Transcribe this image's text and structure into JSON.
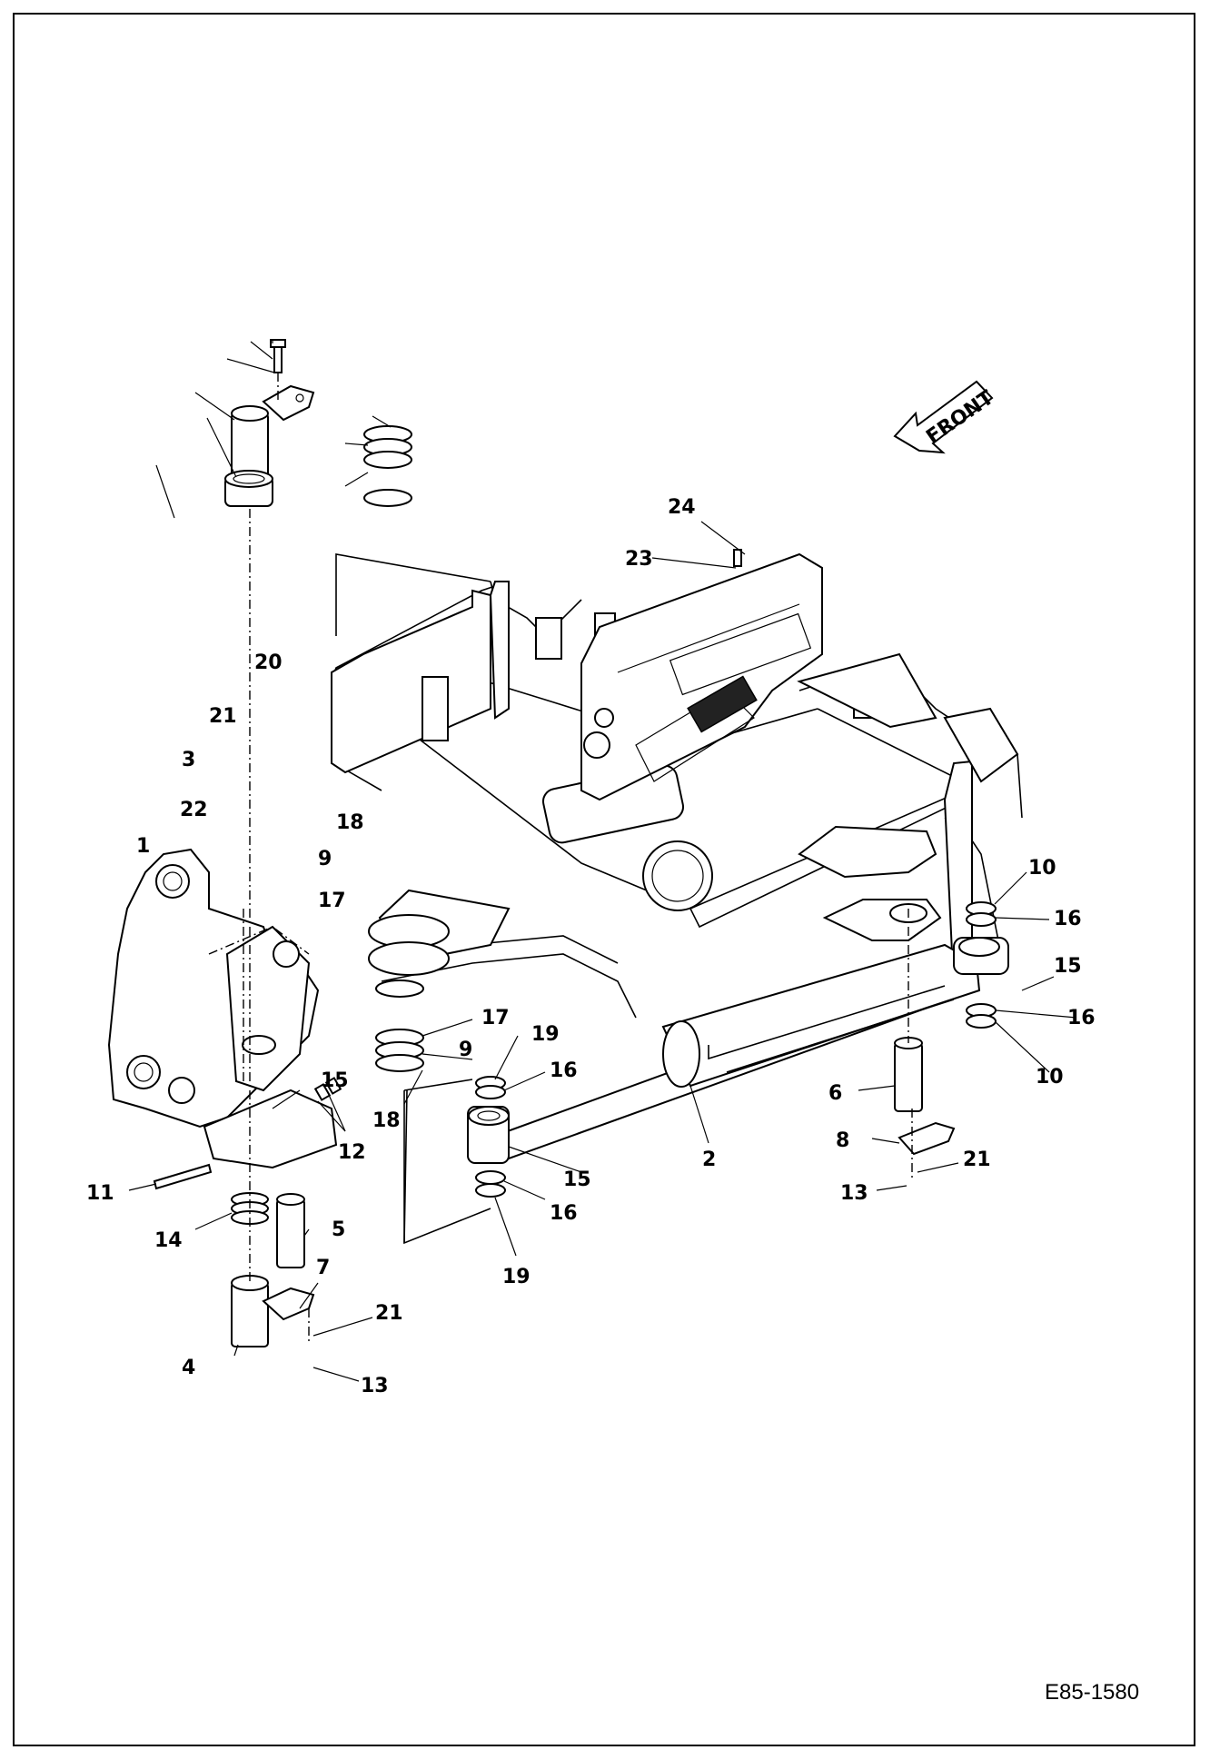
{
  "diagram": {
    "code": "E85-1580",
    "front_label": "FRONT",
    "callouts": [
      {
        "id": "c1",
        "text": "1"
      },
      {
        "id": "c2",
        "text": "2"
      },
      {
        "id": "c3",
        "text": "3"
      },
      {
        "id": "c4",
        "text": "4"
      },
      {
        "id": "c5",
        "text": "5"
      },
      {
        "id": "c6",
        "text": "6"
      },
      {
        "id": "c7",
        "text": "7"
      },
      {
        "id": "c8",
        "text": "8"
      },
      {
        "id": "c9a",
        "text": "9"
      },
      {
        "id": "c9b",
        "text": "9"
      },
      {
        "id": "c10a",
        "text": "10"
      },
      {
        "id": "c10b",
        "text": "10"
      },
      {
        "id": "c11",
        "text": "11"
      },
      {
        "id": "c12",
        "text": "12"
      },
      {
        "id": "c13a",
        "text": "13"
      },
      {
        "id": "c13b",
        "text": "13"
      },
      {
        "id": "c14",
        "text": "14"
      },
      {
        "id": "c15a",
        "text": "15"
      },
      {
        "id": "c15b",
        "text": "15"
      },
      {
        "id": "c15c",
        "text": "15"
      },
      {
        "id": "c16a",
        "text": "16"
      },
      {
        "id": "c16b",
        "text": "16"
      },
      {
        "id": "c16c",
        "text": "16"
      },
      {
        "id": "c16d",
        "text": "16"
      },
      {
        "id": "c17a",
        "text": "17"
      },
      {
        "id": "c17b",
        "text": "17"
      },
      {
        "id": "c18a",
        "text": "18"
      },
      {
        "id": "c18b",
        "text": "18"
      },
      {
        "id": "c19a",
        "text": "19"
      },
      {
        "id": "c19b",
        "text": "19"
      },
      {
        "id": "c20",
        "text": "20"
      },
      {
        "id": "c21a",
        "text": "21"
      },
      {
        "id": "c21b",
        "text": "21"
      },
      {
        "id": "c21c",
        "text": "21"
      },
      {
        "id": "c22",
        "text": "22"
      },
      {
        "id": "c23",
        "text": "23"
      },
      {
        "id": "c24",
        "text": "24"
      }
    ]
  }
}
